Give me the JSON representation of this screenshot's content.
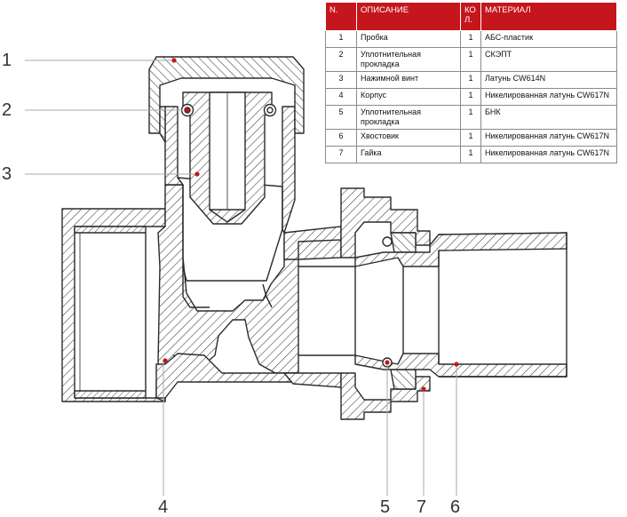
{
  "table": {
    "headers": {
      "n": "N.",
      "desc": "ОПИСАНИЕ",
      "qty": "КО Л.",
      "material": "МАТЕРИАЛ"
    },
    "rows": [
      {
        "n": "1",
        "desc": "Пробка",
        "qty": "1",
        "material": "АБС-пластик"
      },
      {
        "n": "2",
        "desc": "Уплотнительная прокладка",
        "qty": "1",
        "material": "СКЭПТ"
      },
      {
        "n": "3",
        "desc": "Нажимной винт",
        "qty": "1",
        "material": "Латунь CW614N"
      },
      {
        "n": "4",
        "desc": "Корпус",
        "qty": "1",
        "material": "Никелированная латунь CW617N"
      },
      {
        "n": "5",
        "desc": "Уплотнительная прокладка",
        "qty": "1",
        "material": "БНК"
      },
      {
        "n": "6",
        "desc": "Хвостовик",
        "qty": "1",
        "material": "Никелированная латунь CW617N"
      },
      {
        "n": "7",
        "desc": "Гайка",
        "qty": "1",
        "material": "Никелированная латунь CW617N"
      }
    ]
  },
  "callouts": {
    "c1": "1",
    "c2": "2",
    "c3": "3",
    "c4": "4",
    "c5": "5",
    "c7": "7",
    "c6": "6"
  },
  "colors": {
    "header_bg": "#c4161c",
    "marker": "#c4161c",
    "line": "#2b2b2b",
    "leader": "#aaaaaa"
  }
}
